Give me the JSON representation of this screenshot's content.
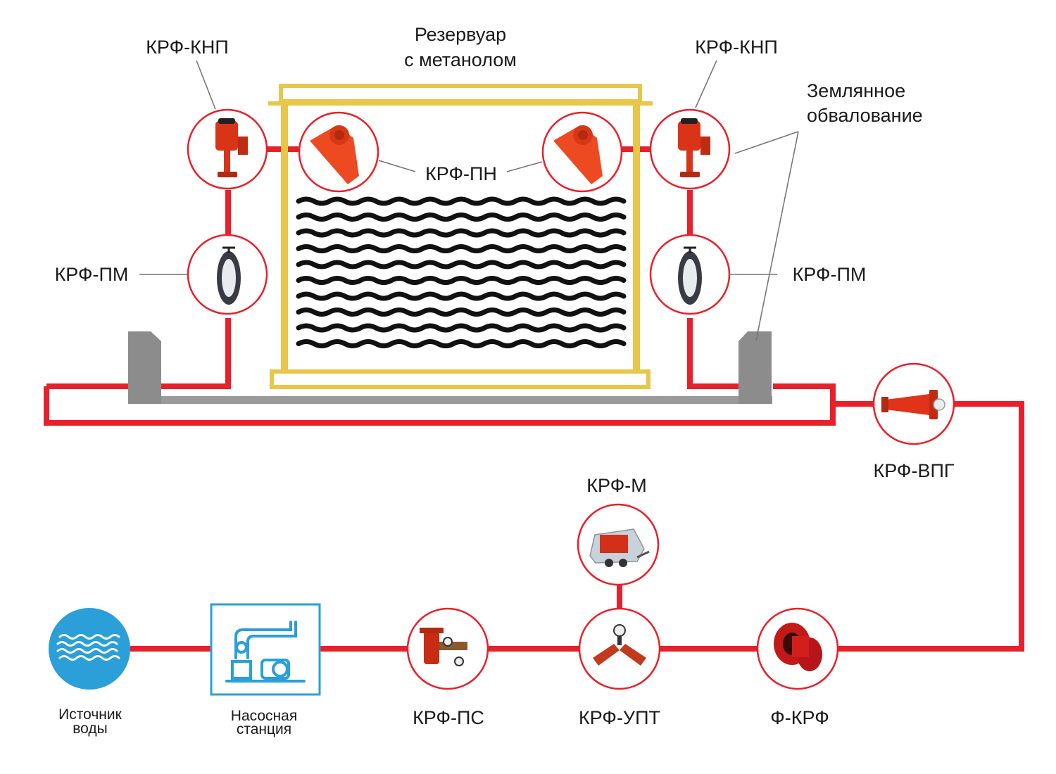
{
  "colors": {
    "pipe": "#e8202a",
    "tank_frame": "#e8c64a",
    "embankment": "#8c8c8c",
    "water": "#2a9fd8",
    "equipment": "#e03b1e"
  },
  "labels": {
    "tank": [
      "Резервуар",
      "с метанолом"
    ],
    "knp_left": "КРФ-КНП",
    "knp_right": "КРФ-КНП",
    "pn": "КРФ-ПН",
    "pm_left": "КРФ-ПМ",
    "pm_right": "КРФ-ПМ",
    "embankment": [
      "Землянное",
      "обвалование"
    ],
    "vpg": "КРФ-ВПГ",
    "m": "КРФ-М",
    "water_source": [
      "Источник",
      "воды"
    ],
    "pump_station": [
      "Насосная",
      "станция"
    ],
    "ps": "КРФ-ПС",
    "upt": "КРФ-УПТ",
    "f_krf": "Ф-КРФ"
  },
  "icons": {
    "knp": "fire-monitor-icon",
    "pn": "foam-chamber-icon",
    "pm": "membrane-valve-icon",
    "vpg": "foam-generator-icon",
    "m": "mobile-trailer-icon",
    "water": "water-waves-icon",
    "pump": "pump-station-icon",
    "ps": "proportioner-icon",
    "upt": "control-unit-icon",
    "f": "flange-filter-icon"
  }
}
